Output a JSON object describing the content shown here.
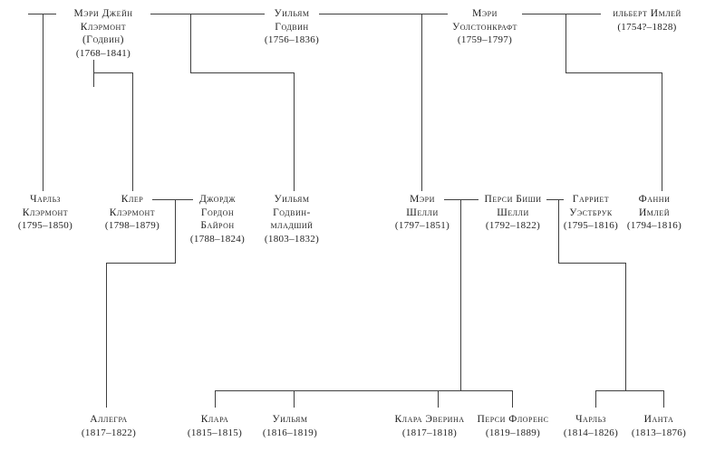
{
  "colors": {
    "background": "#ffffff",
    "line": "#3f3f3f",
    "text": "#1f1f1f"
  },
  "diagram_type": "family-tree",
  "people": [
    {
      "id": "mary-jane-clairmont-godwin",
      "name": "Мэри Джейн\nКлэрмонт\n(Годвин)",
      "dates": "(1768–1841)"
    },
    {
      "id": "william-godwin",
      "name": "Уильям\nГодвин",
      "dates": "(1756–1836)"
    },
    {
      "id": "mary-wollstonecraft",
      "name": "Мэри\nУолстонкрафт",
      "dates": "(1759–1797)"
    },
    {
      "id": "gilbert-imlay",
      "name": "ильберт Имлей",
      "dates": "(1754?–1828)"
    },
    {
      "id": "charles-clairmont",
      "name": "Чарльз\nКлэрмонт",
      "dates": "(1795–1850)"
    },
    {
      "id": "claire-clairmont",
      "name": "Клер\nКлэрмонт",
      "dates": "(1798–1879)"
    },
    {
      "id": "george-gordon-byron",
      "name": "Джордж\nГордон\nБайрон",
      "dates": "(1788–1824)"
    },
    {
      "id": "william-godwin-jr",
      "name": "Уильям\nГодвин-\nмладший",
      "dates": "(1803–1832)"
    },
    {
      "id": "mary-shelley",
      "name": "Мэри\nШелли",
      "dates": "(1797–1851)"
    },
    {
      "id": "percy-bysshe-shelley",
      "name": "Перси Биши\nШелли",
      "dates": "(1792–1822)"
    },
    {
      "id": "harriet-westbrook",
      "name": "Гарриет\nУэстбрук",
      "dates": "(1795–1816)"
    },
    {
      "id": "fanny-imlay",
      "name": "Фанни\nИмлей",
      "dates": "(1794–1816)"
    },
    {
      "id": "allegra",
      "name": "Аллегра",
      "dates": "(1817–1822)"
    },
    {
      "id": "clara",
      "name": "Клара",
      "dates": "(1815–1815)"
    },
    {
      "id": "william",
      "name": "Уильям",
      "dates": "(1816–1819)"
    },
    {
      "id": "clara-everina",
      "name": "Клара Эверина",
      "dates": "(1817–1818)"
    },
    {
      "id": "percy-florence",
      "name": "Перси Флоренс",
      "dates": "(1819–1889)"
    },
    {
      "id": "charles",
      "name": "Чарльз",
      "dates": "(1814–1826)"
    },
    {
      "id": "ianthe",
      "name": "Ианта",
      "dates": "(1813–1876)"
    }
  ],
  "relations": {
    "unions": [
      {
        "partners": [
          "Мэри Джейн Клэрмонт (Годвин)",
          "Уильям Годвин"
        ],
        "children": [
          "Уильям Годвин-младший"
        ]
      },
      {
        "partners": [
          "Уильям Годвин",
          "Мэри Уолстонкрафт"
        ],
        "children": [
          "Мэри Шелли"
        ]
      },
      {
        "partners": [
          "Мэри Уолстонкрафт",
          "ильберт Имлей"
        ],
        "children": [
          "Фанни Имлей"
        ]
      },
      {
        "partners": [
          "Клер Клэрмонт",
          "Джордж Гордон Байрон"
        ],
        "children": [
          "Аллегра"
        ]
      },
      {
        "partners": [
          "Мэри Шелли",
          "Перси Биши Шелли"
        ],
        "children": [
          "Клара",
          "Уильям",
          "Клара Эверина",
          "Перси Флоренс"
        ]
      },
      {
        "partners": [
          "Перси Биши Шелли",
          "Гарриет Уэстбрук"
        ],
        "children": [
          "Чарльз",
          "Ианта"
        ]
      }
    ],
    "single_parent_links": [
      {
        "parent": "Мэри Джейн Клэрмонт (Годвин)",
        "children": [
          "Чарльз Клэрмонт",
          "Клер Клэрмонт"
        ]
      }
    ]
  }
}
